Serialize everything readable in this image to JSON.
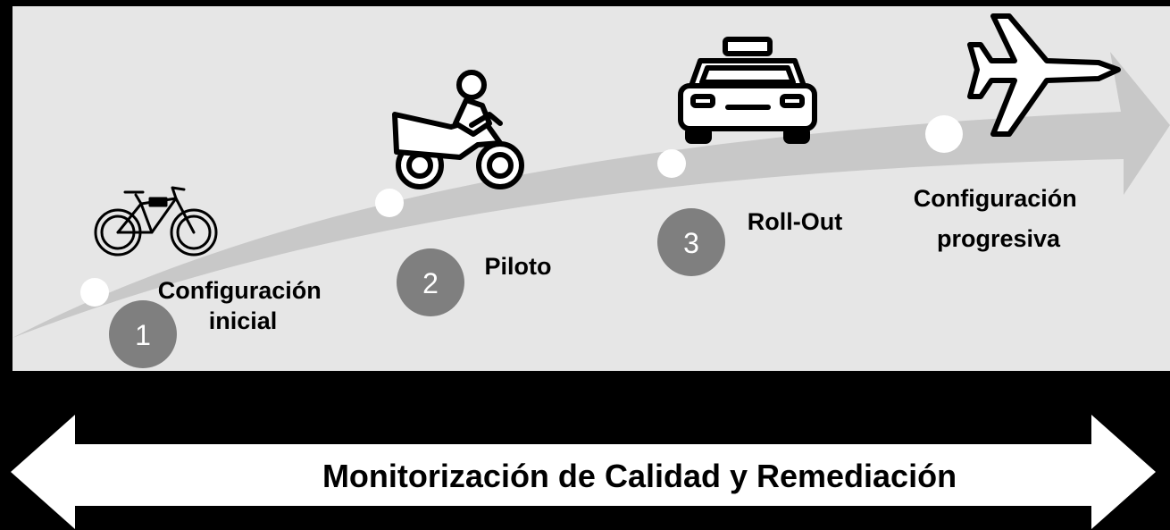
{
  "steps": [
    {
      "number": "1",
      "label_lines": [
        "Configuración",
        "inicial"
      ],
      "icon": "bicycle-icon"
    },
    {
      "number": "2",
      "label_lines": [
        "Piloto"
      ],
      "icon": "motorcycle-icon"
    },
    {
      "number": "3",
      "label_lines": [
        "Roll-Out"
      ],
      "icon": "taxi-icon"
    },
    {
      "number": "",
      "label_lines": [
        "Configuración",
        "progresiva"
      ],
      "icon": "airplane-icon"
    }
  ],
  "banner": {
    "text": "Monitorización de Calidad y Remediación"
  },
  "colors": {
    "panel": "#e6e6e6",
    "arrow": "#c8c8c8",
    "badge": "#7f7f7f",
    "dot": "#ffffff",
    "background": "#000000",
    "banner": "#ffffff"
  }
}
